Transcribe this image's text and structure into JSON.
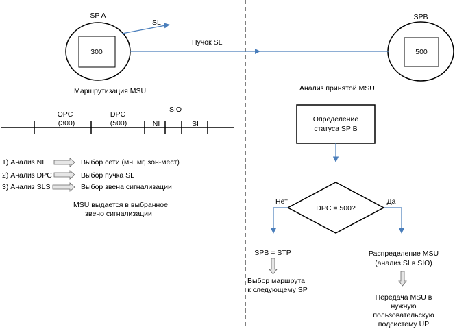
{
  "nodes": {
    "spa": {
      "label": "SP A",
      "box": "300"
    },
    "spb": {
      "label": "SPB",
      "box": "500"
    }
  },
  "links": {
    "sl": "SL",
    "bundle": "Пучок SL"
  },
  "captions": {
    "routing": "Маршрутизация MSU",
    "analysis": "Анализ принятой MSU"
  },
  "msu_format": {
    "opc": [
      "OPC",
      "(300)"
    ],
    "dpc": [
      "DPC",
      "(500)"
    ],
    "sio": "SIO",
    "ni": "NI",
    "si": "SI"
  },
  "steps": [
    {
      "analysis": "1) Анализ NI",
      "result": "Выбор сети (мн, мг, зон-мест)"
    },
    {
      "analysis": "2) Анализ DPC",
      "result": "Выбор пучка SL"
    },
    {
      "analysis": "3) Анализ SLS",
      "result": "Выбор звена сигнализации"
    }
  ],
  "msu_output": [
    "MSU выдается в выбранное",
    "звено сигнализации"
  ],
  "flow": {
    "status_box": [
      "Определение",
      "статуса SP B"
    ],
    "decision": "DPC = 500?",
    "no": "Нет",
    "yes": "Да",
    "stp": "SPB = STP",
    "no_result": [
      "Выбор  маршрута",
      "к следующему SP"
    ],
    "distribution": [
      "Распределение MSU",
      "(анализ SI в SIO)"
    ],
    "transfer": [
      "Передача MSU в",
      "нужную",
      "пользовательскую",
      "подсистему UP"
    ]
  }
}
